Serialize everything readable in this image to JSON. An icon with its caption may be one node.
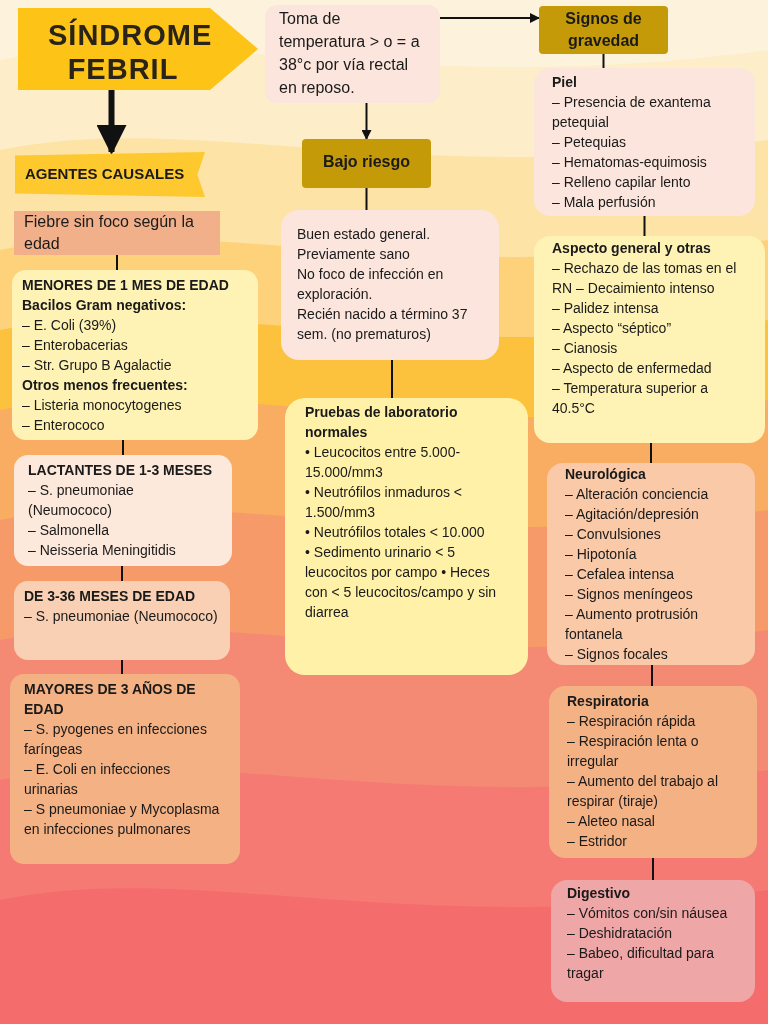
{
  "diagram": {
    "nodes": [
      {
        "text": [
          "SÍNDROME FEBRIL"
        ]
      },
      {
        "text": [
          "AGENTES CAUSALES"
        ]
      },
      {
        "text": [
          "Fiebre sin foco según la edad"
        ]
      },
      {
        "text": [
          "MENORES DE 1 MES DE EDAD",
          "**Bacilos Gram negativos:**",
          "– E. Coli (39%)",
          "– Enterobacerias",
          "– Str. Grupo B Agalactie",
          "**Otros menos frecuentes:**",
          "– Listeria monocytogenes",
          "– Enterococo"
        ]
      },
      {
        "text": [
          "LACTANTES DE 1-3 MESES",
          "– S. pneumoniae (Neumococo)",
          "– Salmonella",
          "– Neisseria Meningitidis"
        ]
      },
      {
        "text": [
          "DE 3-36 MESES DE EDAD",
          "– S. pneumoniae (Neumococo)"
        ]
      },
      {
        "text": [
          "MAYORES DE 3 AÑOS DE EDAD",
          "– S. pyogenes en infecciones faríngeas",
          "– E. Coli en infecciones urinarias",
          "– S pneumoniae y Mycoplasma en infecciones pulmonares"
        ]
      },
      {
        "text": [
          "Toma de temperatura > o = a 38°c por vía rectal en reposo."
        ]
      },
      {
        "text": [
          "Signos de gravedad"
        ]
      },
      {
        "text": [
          "Bajo riesgo"
        ]
      },
      {
        "text": [
          "Buen estado general.",
          "Previamente sano",
          "No foco de infección en exploración.",
          "Recién nacido a término 37 sem. (no prematuros)"
        ]
      },
      {
        "text": [
          "Pruebas de laboratorio normales",
          "• Leucocitos entre 5.000-15.000/mm3",
          "• Neutrófilos inmaduros < 1.500/mm3",
          "• Neutrófilos totales < 10.000",
          "• Sedimento urinario < 5 leucocitos por campo • Heces con < 5 leucocitos/campo y sin diarrea"
        ]
      },
      {
        "text": [
          "Piel",
          "– Presencia de exantema petequial",
          "– Petequias",
          "– Hematomas-equimosis",
          "– Relleno capilar lento",
          "– Mala perfusión"
        ]
      },
      {
        "text": [
          "Aspecto general y otras",
          "– Rechazo de las tomas en el RN – Decaimiento intenso",
          "– Palidez intensa",
          "– Aspecto “séptico”",
          "– Cianosis",
          "– Aspecto de enfermedad",
          "– Temperatura superior a 40.5°C"
        ]
      },
      {
        "text": [
          "Neurológica",
          "– Alteración conciencia",
          "– Agitación/depresión",
          "– Convulsiones",
          "– Hipotonía",
          "– Cefalea intensa",
          "– Signos meníngeos",
          "– Aumento protrusión fontanela",
          "– Signos focales"
        ]
      },
      {
        "text": [
          "Respiratoria",
          "– Respiración rápida",
          "– Respiración lenta o irregular",
          "– Aumento del trabajo al respirar (tiraje)",
          "– Aleteo nasal",
          "– Estridor"
        ]
      },
      {
        "text": [
          "Digestivo",
          "– Vómitos con/sin náusea",
          "– Deshidratación",
          "– Babeo, dificultad para tragar"
        ]
      }
    ],
    "edges": [
      {
        "from": 0,
        "to": 1,
        "arrow": "to",
        "style": "thick"
      },
      {
        "from": 2,
        "to": 3,
        "arrow": "none"
      },
      {
        "from": 3,
        "to": 4,
        "arrow": "none"
      },
      {
        "from": 4,
        "to": 5,
        "arrow": "none"
      },
      {
        "from": 5,
        "to": 6,
        "arrow": "none"
      },
      {
        "from": 7,
        "to": 8,
        "arrow": "to"
      },
      {
        "from": 7,
        "to": 9,
        "arrow": "to"
      },
      {
        "from": 9,
        "to": 10,
        "arrow": "none"
      },
      {
        "from": 10,
        "to": 11,
        "arrow": "none"
      },
      {
        "from": 8,
        "to": 12,
        "arrow": "none"
      },
      {
        "from": 12,
        "to": 13,
        "arrow": "none"
      },
      {
        "from": 13,
        "to": 14,
        "arrow": "none"
      },
      {
        "from": 14,
        "to": 15,
        "arrow": "none"
      },
      {
        "from": 15,
        "to": 16,
        "arrow": "none"
      }
    ]
  }
}
